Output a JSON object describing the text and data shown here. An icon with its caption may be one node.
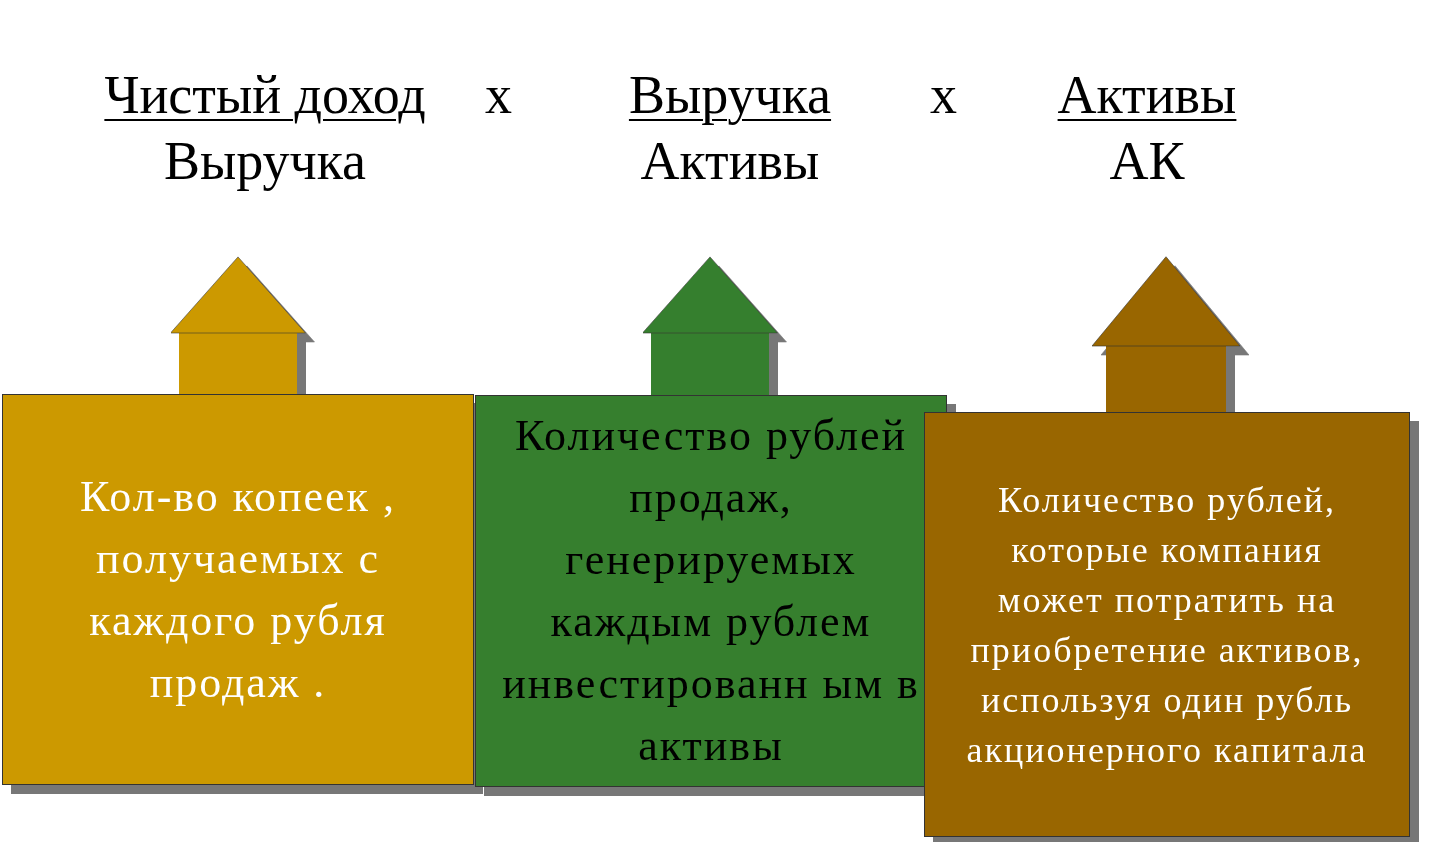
{
  "diagram": {
    "nodes": [
      {
        "text": [
          "Чистый доход",
          "Выручка"
        ]
      },
      {
        "text": [
          "Выручка",
          "Активы"
        ]
      },
      {
        "text": [
          "Активы",
          "АК"
        ]
      },
      {
        "text": [
          "Кол-во копеек , получаемых с каждого рубля продаж ."
        ]
      },
      {
        "text": [
          "Количество рублей продаж, генерируемых каждым рублем инвестированн ым в активы"
        ]
      },
      {
        "text": [
          "Количество рублей, которые компания может потратить на приобретение активов, используя один рубль акционерного капитала"
        ]
      }
    ],
    "edges": [
      {
        "from": 3,
        "to": 0,
        "arrow": "to",
        "color": "#cc9900"
      },
      {
        "from": 4,
        "to": 1,
        "arrow": "to",
        "color": "#367f2e"
      },
      {
        "from": 5,
        "to": 2,
        "arrow": "to",
        "color": "#996600"
      }
    ],
    "labels": [
      "x",
      "x"
    ]
  }
}
